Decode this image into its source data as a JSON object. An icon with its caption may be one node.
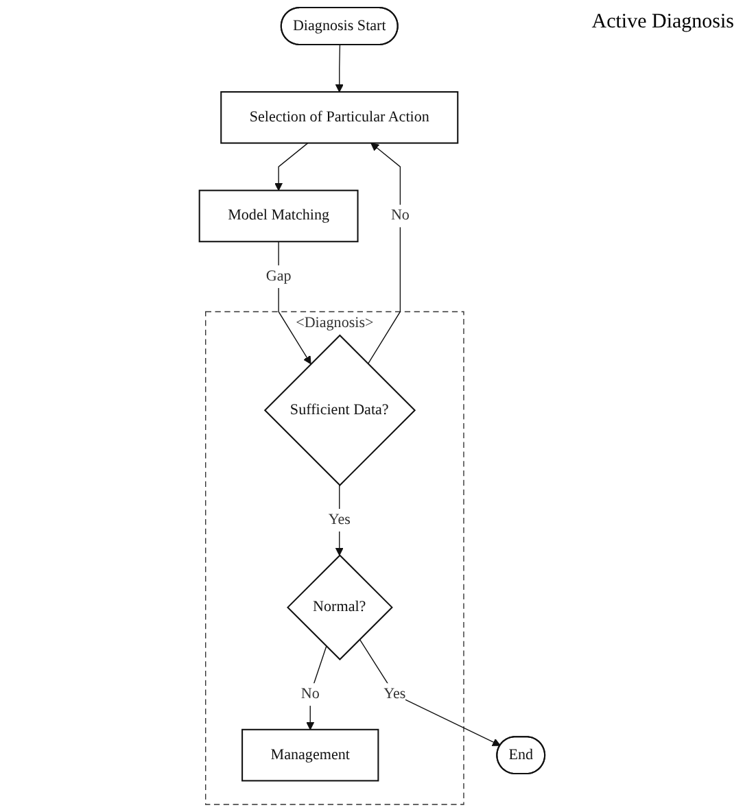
{
  "diagram": {
    "nodes": [
      {
        "text": [
          "Diagnosis Start"
        ]
      },
      {
        "text": [
          "Selection of Particular Action"
        ]
      },
      {
        "text": [
          "Model Matching"
        ]
      },
      {
        "text": [
          "<Diagnosis>"
        ]
      },
      {
        "text": [
          "Sufficient Data?"
        ],
        "in": 3
      },
      {
        "text": [
          "Normal?"
        ],
        "in": 3
      },
      {
        "text": [
          "Management"
        ],
        "in": 3
      },
      {
        "text": [
          "End"
        ]
      }
    ],
    "edges": [
      {
        "from": 0,
        "to": 1,
        "arrow": "to"
      },
      {
        "from": 1,
        "to": 2,
        "arrow": "to"
      },
      {
        "from": 2,
        "to": 4,
        "arrow": "to",
        "label": "Gap"
      },
      {
        "from": 4,
        "to": 1,
        "arrow": "to",
        "label": "No"
      },
      {
        "from": 4,
        "to": 5,
        "arrow": "to",
        "label": "Yes"
      },
      {
        "from": 5,
        "to": 6,
        "arrow": "to",
        "label": "No"
      },
      {
        "from": 5,
        "to": 7,
        "arrow": "to",
        "label": "Yes"
      }
    ],
    "labels": [
      "Active Diagnosis"
    ]
  }
}
